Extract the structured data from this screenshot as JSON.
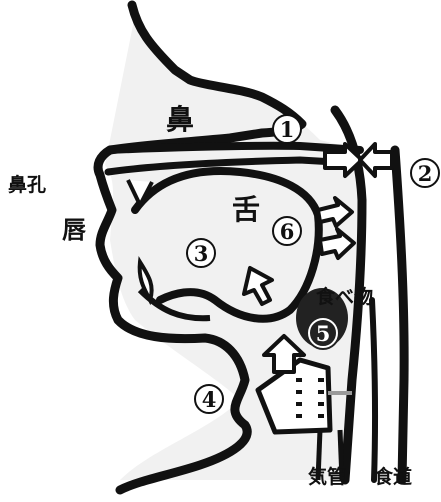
{
  "labels": {
    "nose": "鼻",
    "nostril": "鼻孔",
    "lips": "唇",
    "tongue": "舌",
    "food": "食べ物",
    "trachea": "気管",
    "esophagus": "食道"
  },
  "markers": {
    "m1": "1",
    "m2": "2",
    "m3": "3",
    "m4": "4",
    "m5": "5",
    "m6": "6"
  }
}
